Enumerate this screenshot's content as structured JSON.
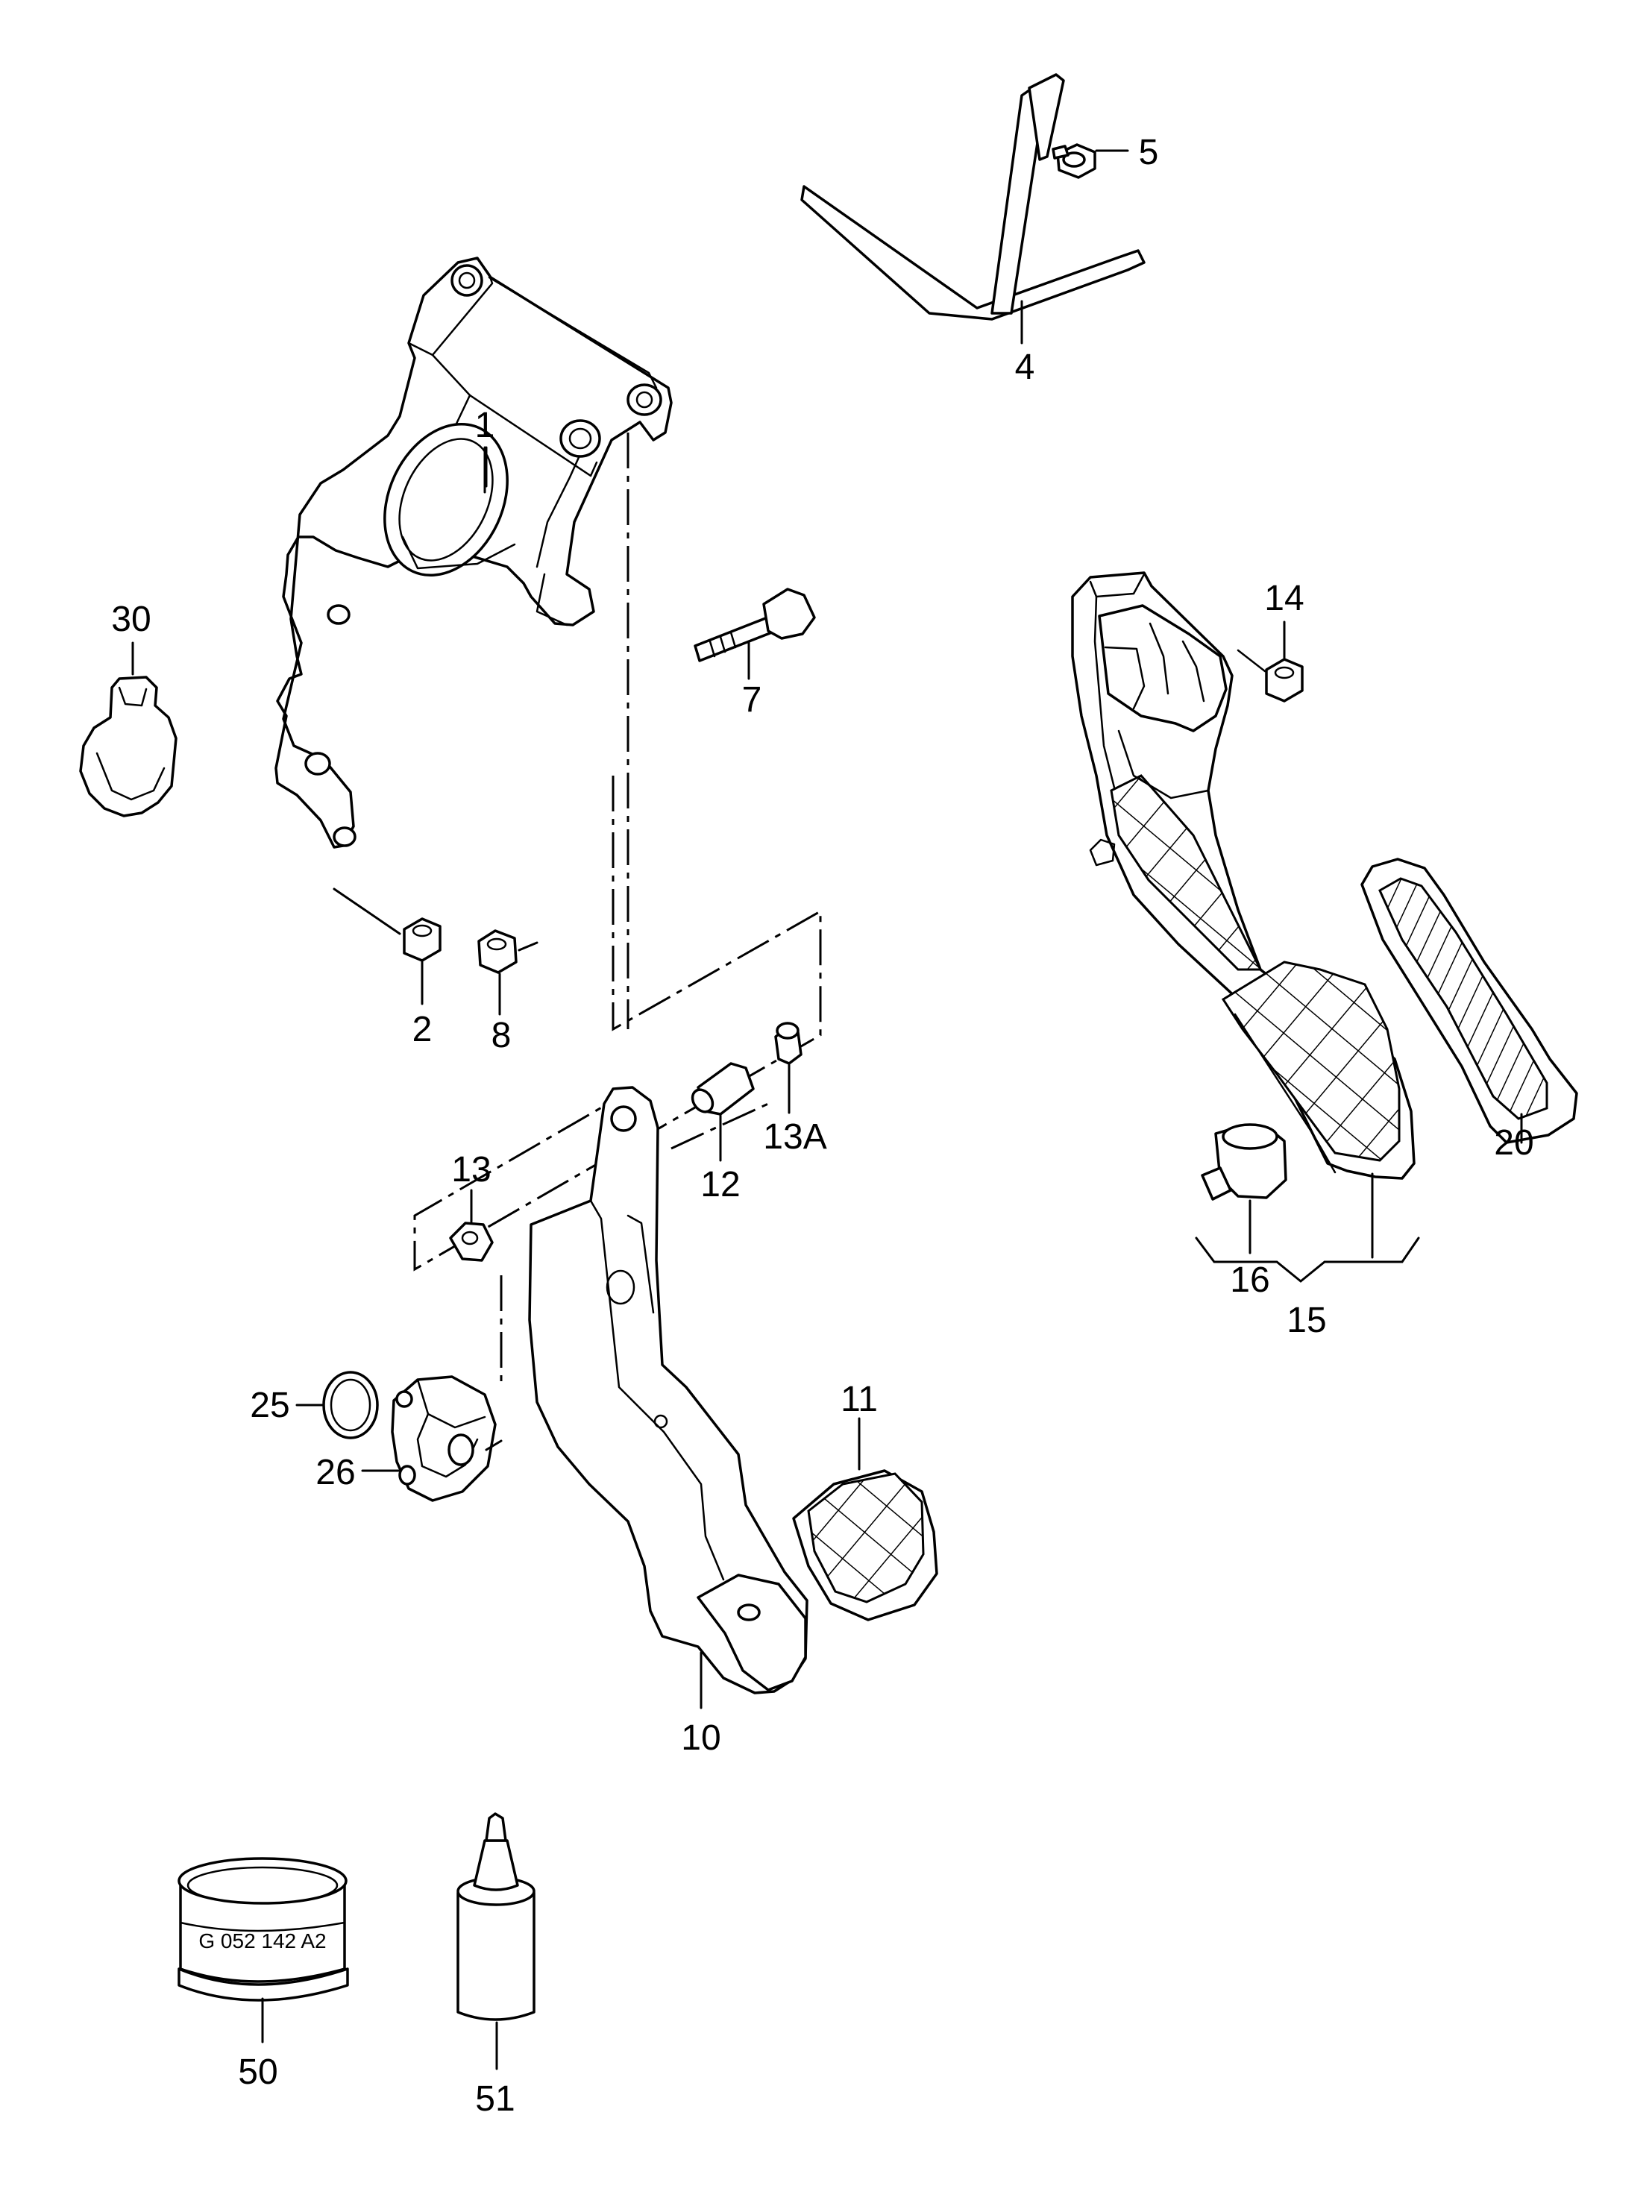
{
  "callouts": {
    "c1": "1",
    "c2": "2",
    "c4": "4",
    "c5": "5",
    "c7": "7",
    "c8": "8",
    "c10": "10",
    "c11": "11",
    "c12": "12",
    "c13": "13",
    "c13a": "13A",
    "c14": "14",
    "c15": "15",
    "c16": "16",
    "c20": "20",
    "c25": "25",
    "c26": "26",
    "c30": "30",
    "c50": "50",
    "c51": "51"
  },
  "can_print": "G 052 142 A2",
  "colors": {
    "line": "#000000",
    "background": "#ffffff"
  }
}
